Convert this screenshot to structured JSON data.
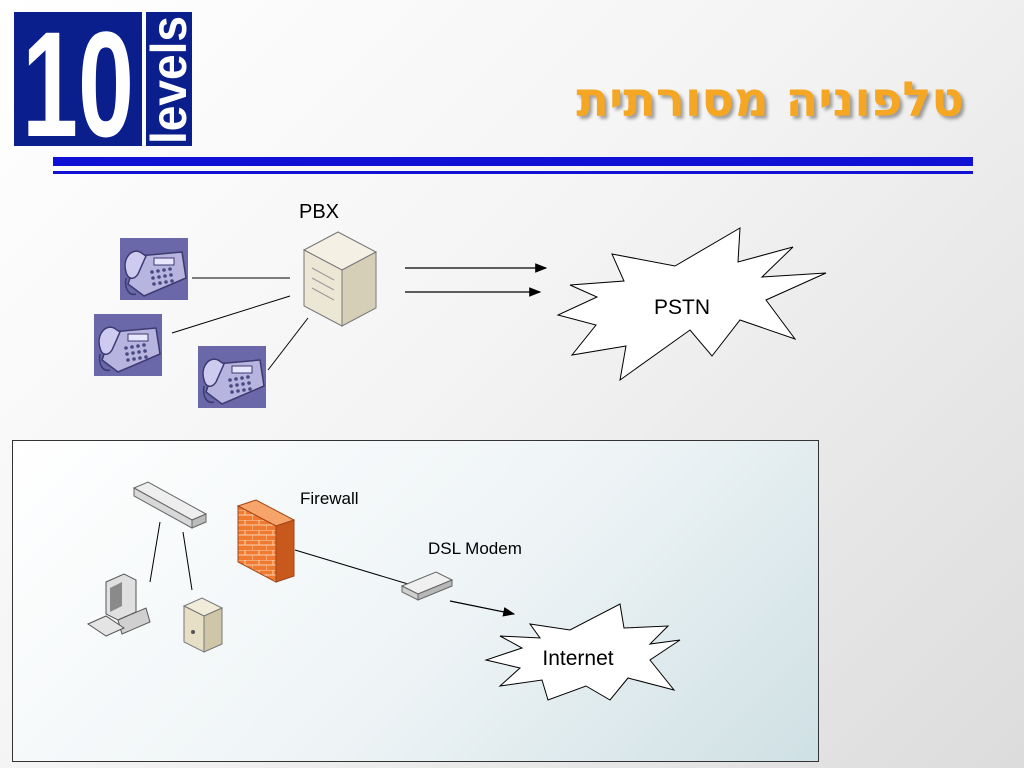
{
  "logo": {
    "number": "10",
    "word": "levels",
    "color": "#0a1e8c"
  },
  "slide": {
    "title": "טלפוניה מסורתית",
    "title_color": "#f5a623",
    "rule_color": "#1111d6"
  },
  "diagram": {
    "pbx_label": "PBX",
    "pstn_label": "PSTN",
    "firewall_label": "Firewall",
    "modem_label": "DSL Modem",
    "internet_label": "Internet"
  }
}
